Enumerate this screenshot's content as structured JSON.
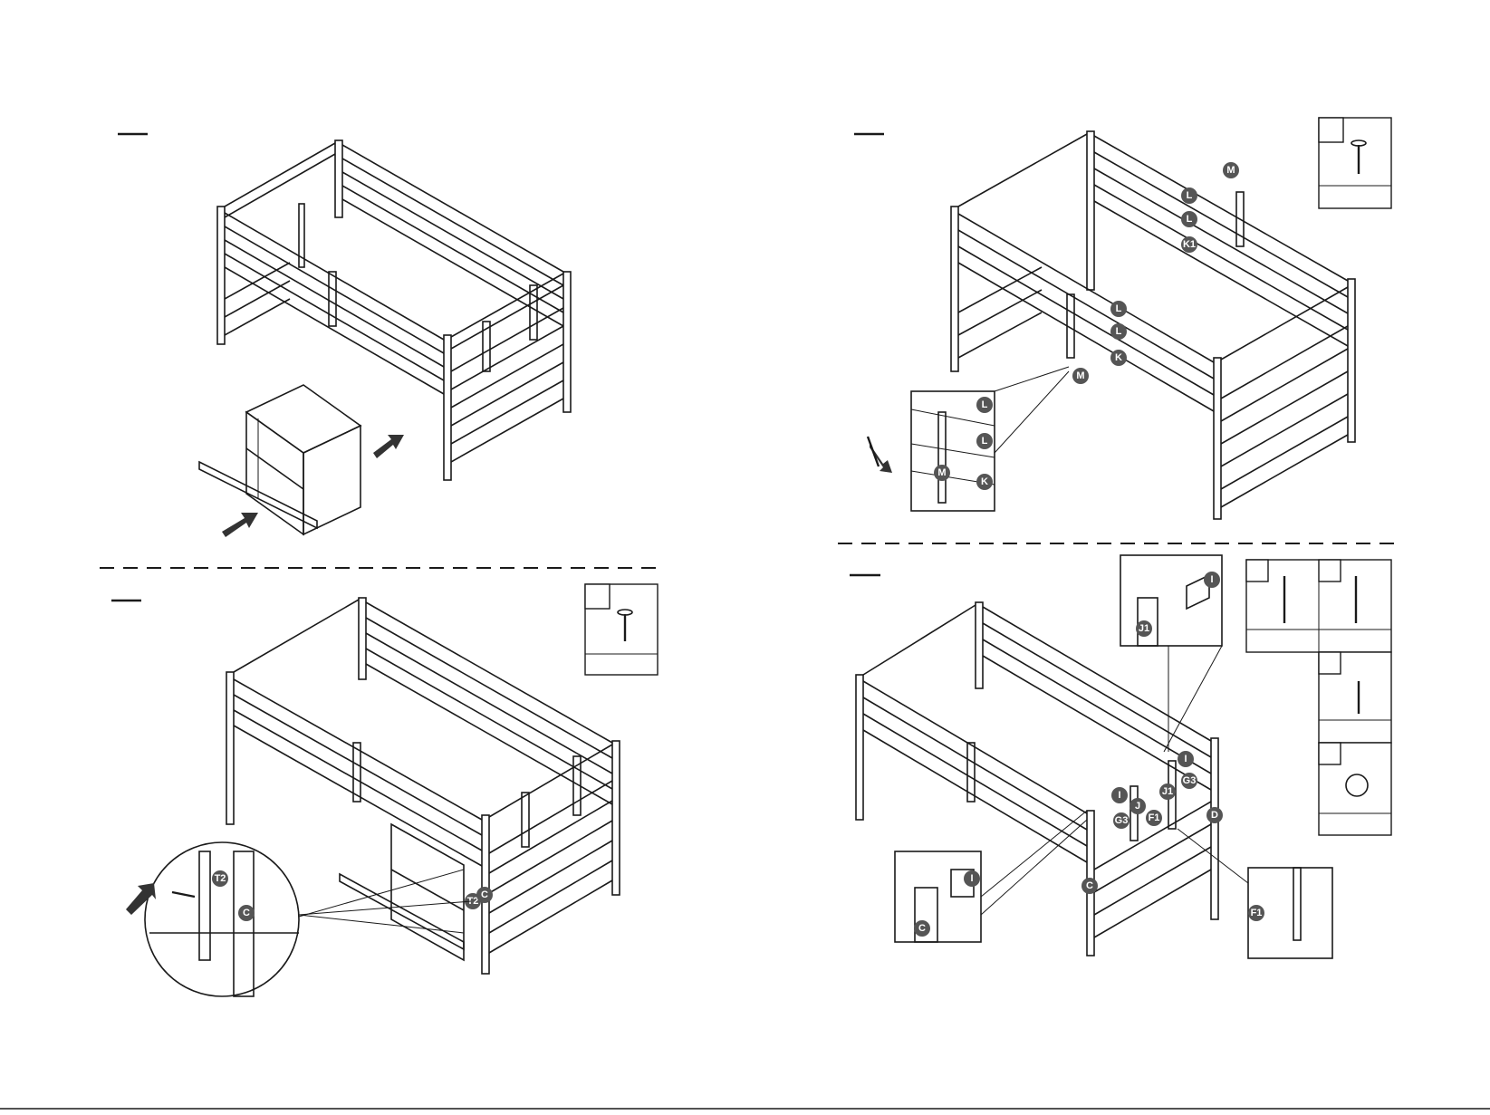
{
  "part_labels": {
    "step2": {
      "c": "C",
      "t2a": "T2",
      "t2b": "T2",
      "t2z": "T2",
      "cz": "C"
    },
    "step3": {
      "m1": "M",
      "m2": "M",
      "l1": "L",
      "l2": "L",
      "k1": "K1",
      "l3": "L",
      "l4": "L",
      "k": "K",
      "zl1": "L",
      "zl2": "L",
      "zm": "M",
      "zk": "K"
    },
    "step4": {
      "i1": "I",
      "i2": "I",
      "j1a": "J1",
      "j1b": "J1",
      "j": "J",
      "g3a": "G3",
      "g3b": "G3",
      "f1": "F1",
      "d": "D",
      "c": "C",
      "zi1": "I",
      "zj1": "J1",
      "zi2": "I",
      "zc": "C",
      "zf1": "F1"
    }
  },
  "colors": {
    "line": "#1a1a1a",
    "tag": "#555555",
    "arrow": "#333333"
  }
}
